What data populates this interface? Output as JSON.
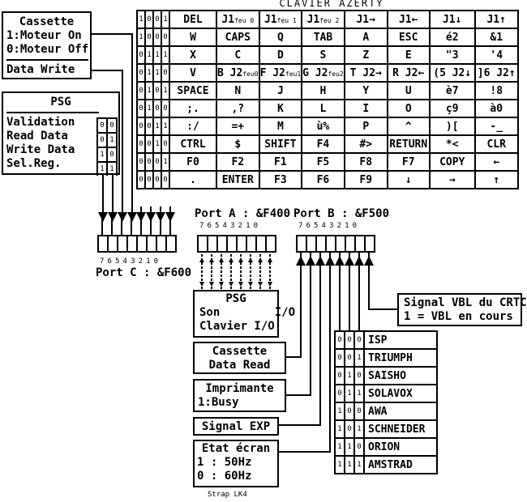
{
  "title": "CLAVIER AZERTY",
  "keyboard": {
    "rows": [
      {
        "bits": [
          "1",
          "0",
          "0",
          "1"
        ],
        "keys": [
          "DEL",
          {
            "main": "J1",
            "small": "feu 0"
          },
          {
            "main": "J1",
            "small": "feu 1"
          },
          {
            "main": "J1",
            "small": "feu 2"
          },
          "J1→",
          "J1←",
          "J1↓",
          "J1↑"
        ]
      },
      {
        "bits": [
          "1",
          "0",
          "0",
          "0"
        ],
        "keys": [
          "W",
          "CAPS",
          "Q",
          "TAB",
          "A",
          "ESC",
          "é2",
          "&1"
        ]
      },
      {
        "bits": [
          "0",
          "1",
          "1",
          "1"
        ],
        "keys": [
          "X",
          "C",
          "D",
          "S",
          "Z",
          "E",
          "\"3",
          "'4"
        ]
      },
      {
        "bits": [
          "0",
          "1",
          "1",
          "0"
        ],
        "keys": [
          "V",
          {
            "main": "B J2",
            "small": "feu0"
          },
          {
            "main": "F J2",
            "small": "feu1"
          },
          {
            "main": "G J2",
            "small": "feu2"
          },
          "T J2→",
          "R J2←",
          "(5 J2↓",
          "]6 J2↑"
        ]
      },
      {
        "bits": [
          "0",
          "1",
          "0",
          "1"
        ],
        "keys": [
          "SPACE",
          "N",
          "J",
          "H",
          "Y",
          "U",
          "è7",
          "!8"
        ]
      },
      {
        "bits": [
          "0",
          "1",
          "0",
          "0"
        ],
        "keys": [
          ";.",
          ",?",
          "K",
          "L",
          "I",
          "O",
          "ç9",
          "à0"
        ]
      },
      {
        "bits": [
          "0",
          "0",
          "1",
          "1"
        ],
        "keys": [
          ":/",
          "=+",
          "M",
          "ù%",
          "P",
          "^",
          ")[",
          "-_"
        ]
      },
      {
        "bits": [
          "0",
          "0",
          "1",
          "0"
        ],
        "keys": [
          "CTRL",
          "$",
          "SHIFT",
          "F4",
          "#>",
          "RETURN",
          "*<",
          "CLR"
        ]
      },
      {
        "bits": [
          "0",
          "0",
          "0",
          "1"
        ],
        "keys": [
          "F0",
          "F2",
          "F1",
          "F5",
          "F8",
          "F7",
          "COPY",
          "←"
        ]
      },
      {
        "bits": [
          "0",
          "0",
          "0",
          "0"
        ],
        "keys": [
          ".",
          "ENTER",
          "F3",
          "F6",
          "F9",
          "↓",
          "→",
          "↑"
        ]
      }
    ]
  },
  "cassette_box": {
    "title": "Cassette",
    "line1": "1:Moteur On",
    "line2": "0:Moteur Off",
    "data_write": "Data Write"
  },
  "psg_control": {
    "title": "PSG",
    "items": [
      "Validation",
      "Read Data",
      "Write Data",
      "Sel.Reg."
    ],
    "bits": [
      [
        "0",
        "0"
      ],
      [
        "0",
        "1"
      ],
      [
        "1",
        "0"
      ],
      [
        "1",
        "1"
      ]
    ]
  },
  "port_c": {
    "label": "Port C : &F600",
    "digits": "76543210"
  },
  "port_a": {
    "label": "Port A : &F400",
    "digits": "76543210"
  },
  "port_b": {
    "label": "Port B : &F500",
    "digits": "76543210"
  },
  "psg_io": {
    "title": "PSG",
    "line1": "Son        I/O",
    "line2": "Clavier I/O"
  },
  "cassette_read": {
    "line1": "Cassette",
    "line2": "Data Read"
  },
  "imprimante": {
    "line1": "Imprimante",
    "line2": "1:Busy"
  },
  "signal_exp": "Signal EXP",
  "etat_ecran": {
    "title": "Etat écran",
    "line1": "1 : 50Hz",
    "line2": "0 : 60Hz"
  },
  "strap": "Strap LK4",
  "vbl": {
    "line1": "Signal VBL du CRTC",
    "line2": "1 = VBL en cours"
  },
  "manufacturers": [
    {
      "bits": [
        "0",
        "0",
        "0"
      ],
      "name": "ISP"
    },
    {
      "bits": [
        "0",
        "0",
        "1"
      ],
      "name": "TRIUMPH"
    },
    {
      "bits": [
        "0",
        "1",
        "0"
      ],
      "name": "SAISHO"
    },
    {
      "bits": [
        "0",
        "1",
        "1"
      ],
      "name": "SOLAVOX"
    },
    {
      "bits": [
        "1",
        "0",
        "0"
      ],
      "name": "AWA"
    },
    {
      "bits": [
        "1",
        "0",
        "1"
      ],
      "name": "SCHNEIDER"
    },
    {
      "bits": [
        "1",
        "1",
        "0"
      ],
      "name": "ORION"
    },
    {
      "bits": [
        "1",
        "1",
        "1"
      ],
      "name": "AMSTRAD"
    }
  ]
}
